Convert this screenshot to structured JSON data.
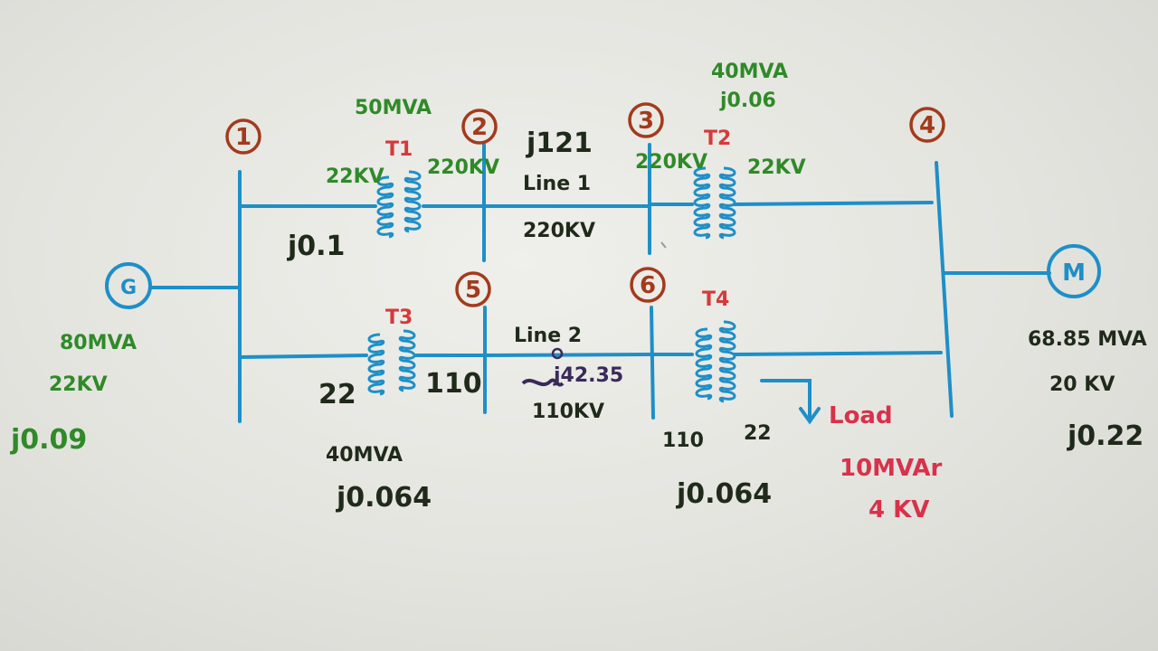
{
  "buses": [
    {
      "id": "bus-1",
      "label": "1"
    },
    {
      "id": "bus-2",
      "label": "2"
    },
    {
      "id": "bus-3",
      "label": "3"
    },
    {
      "id": "bus-4",
      "label": "4"
    },
    {
      "id": "bus-5",
      "label": "5"
    },
    {
      "id": "bus-6",
      "label": "6"
    }
  ],
  "generator": {
    "symbol": "G",
    "rating": "80MVA",
    "voltage": "22KV",
    "reactance": "j0.09"
  },
  "motor": {
    "symbol": "M",
    "rating": "68.85 MVA",
    "voltage": "20 KV",
    "reactance": "j0.22"
  },
  "t1": {
    "name": "T1",
    "rating": "50MVA",
    "lv": "22KV",
    "hv": "220KV",
    "reactance": "j0.1"
  },
  "t2": {
    "name": "T2",
    "rating": "40MVA",
    "lv": "22KV",
    "hv": "220KV",
    "reactance": "j0.06"
  },
  "t3": {
    "name": "T3",
    "rating": "40MVA",
    "lv": "22",
    "hv": "110",
    "reactance": "j0.064"
  },
  "t4": {
    "name": "T4",
    "lv": "22",
    "hv": "110",
    "reactance": "j0.064"
  },
  "line1": {
    "name": "Line 1",
    "impedance": "j121",
    "voltage": "220KV"
  },
  "line2": {
    "name": "Line 2",
    "impedance": "j42.35",
    "voltage": "110KV"
  },
  "load": {
    "label": "Load",
    "rating": "10MVAr",
    "voltage": "4 KV"
  },
  "colors": {
    "wire": "#1e8fc7",
    "bus_circle": "#a33a1c",
    "transformer_name": "#d43a3a",
    "green_text": "#2f8a28",
    "dark_text": "#1f2a1a",
    "load_text": "#d8324a",
    "purple_text": "#3a2a5a"
  }
}
